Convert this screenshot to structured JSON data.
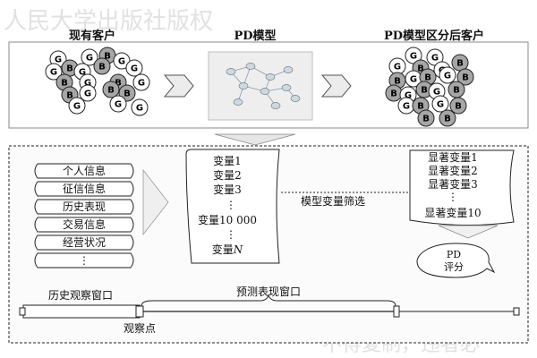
{
  "top": {
    "current_customers": "现有客户",
    "pd_model": "PD模型",
    "segmented_customers": "PD模型区分后客户"
  },
  "node_labels": {
    "good": "G",
    "bad": "B"
  },
  "info_sources": [
    "个人信息",
    "征信信息",
    "历史表现",
    "交易信息",
    "经营状况",
    "⋮"
  ],
  "variables": [
    "变量1",
    "变量2",
    "变量3",
    "⋮",
    "变量10 000",
    "⋮",
    "变量N"
  ],
  "screening_label": "模型变量筛选",
  "significant_vars": [
    "显著变量1",
    "显著变量2",
    "显著变量3",
    "⋮",
    "显著变量10"
  ],
  "pd_score": {
    "line1": "PD",
    "line2": "评分"
  },
  "timeline": {
    "history_window": "历史观察窗口",
    "performance_window": "预测表现窗口",
    "observation_point": "观察点"
  },
  "watermark": [
    "人民大学出版社版权",
    "不得复制，违者必"
  ],
  "colors": {
    "bad_fill": "#a6a6a6",
    "good_fill": "#ffffff",
    "panel_fill": "#f3f3f3",
    "arrow_fill": "#ececec"
  }
}
